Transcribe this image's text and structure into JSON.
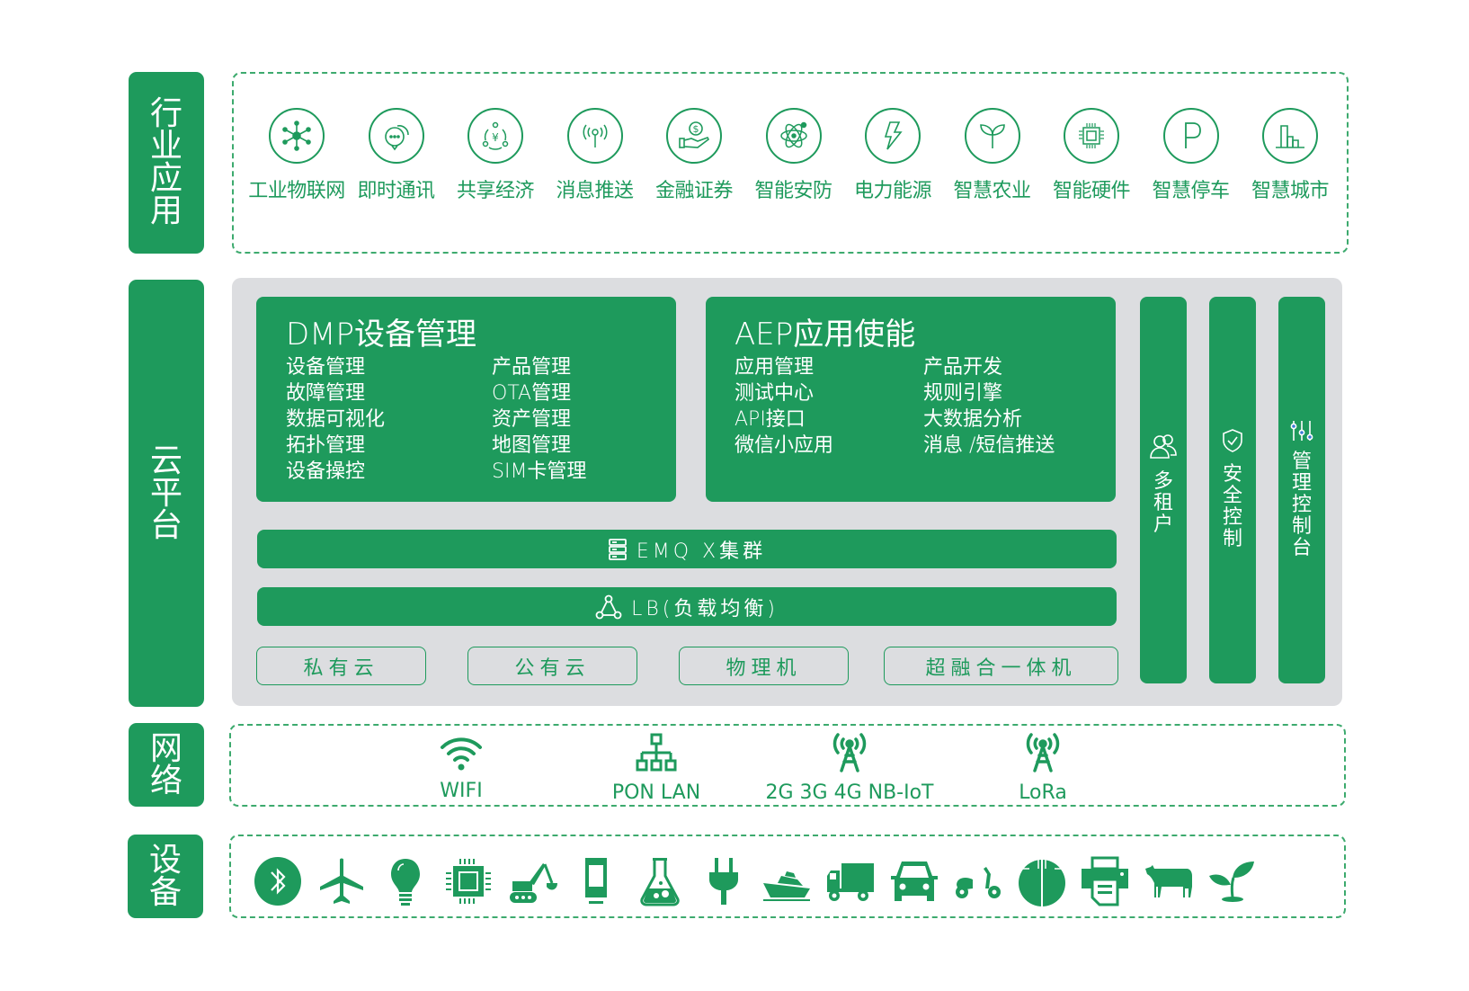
{
  "layers": {
    "industry": {
      "label": "行业应用",
      "items": [
        {
          "label": "工业物联网",
          "icon": "network-hub-icon"
        },
        {
          "label": "即时通讯",
          "icon": "chat-bubble-icon"
        },
        {
          "label": "共享经济",
          "icon": "yuan-share-icon"
        },
        {
          "label": "消息推送",
          "icon": "broadcast-icon"
        },
        {
          "label": "金融证券",
          "icon": "money-hand-icon"
        },
        {
          "label": "智能安防",
          "icon": "atom-icon"
        },
        {
          "label": "电力能源",
          "icon": "lightning-icon"
        },
        {
          "label": "智慧农业",
          "icon": "sprout-icon"
        },
        {
          "label": "智能硬件",
          "icon": "chip-icon"
        },
        {
          "label": "智慧停车",
          "icon": "parking-icon"
        },
        {
          "label": "智慧城市",
          "icon": "city-buildings-icon"
        }
      ]
    },
    "cloud": {
      "label": "云平台",
      "dmp": {
        "title": "DMP设备管理",
        "left": [
          "设备管理",
          "故障管理",
          "数据可视化",
          "拓扑管理",
          "设备操控"
        ],
        "right": [
          "产品管理",
          "OTA管理",
          "资产管理",
          "地图管理",
          "SIM卡管理"
        ]
      },
      "aep": {
        "title": "AEP应用使能",
        "left": [
          "应用管理",
          "测试中心",
          "API接口",
          "微信小应用"
        ],
        "right": [
          "产品开发",
          "规则引擎",
          "大数据分析",
          "消息 /短信推送"
        ]
      },
      "emq": {
        "label": "EMQ X集群",
        "icon": "server-icon"
      },
      "lb": {
        "label": "LB(负载均衡)",
        "icon": "load-balance-icon"
      },
      "deploy": [
        "私有云",
        "公有云",
        "物理机",
        "超融合一体机"
      ],
      "side": [
        {
          "label": "多租户",
          "icon": "users-icon"
        },
        {
          "label": "安全控制",
          "icon": "shield-check-icon"
        },
        {
          "label": "管理控制台",
          "icon": "sliders-icon"
        }
      ]
    },
    "network": {
      "label": "网络",
      "items": [
        {
          "label": "WIFI",
          "icon": "wifi-icon"
        },
        {
          "label": "PON LAN",
          "icon": "lan-topology-icon"
        },
        {
          "label": "2G 3G 4G NB-IoT",
          "icon": "cell-tower-icon"
        },
        {
          "label": "LoRa",
          "icon": "cell-tower-icon"
        }
      ]
    },
    "devices": {
      "label": "设备",
      "icons": [
        "bluetooth-icon",
        "airplane-icon",
        "lightbulb-icon",
        "chip-icon",
        "excavator-icon",
        "phone-device-icon",
        "flask-icon",
        "plug-icon",
        "ship-icon",
        "truck-icon",
        "car-icon",
        "scooter-icon",
        "road-icon",
        "printer-icon",
        "cow-icon",
        "plant-icon"
      ]
    }
  },
  "colors": {
    "brand_green": "#1e9a5c",
    "panel_gray": "#dcdde0"
  }
}
